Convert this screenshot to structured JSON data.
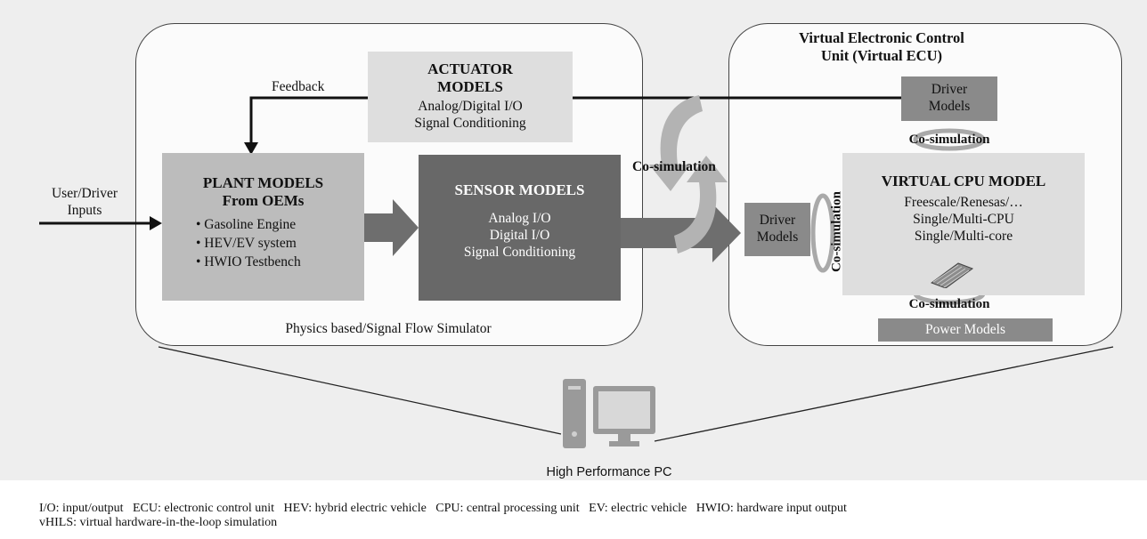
{
  "left_group": {
    "caption": "Physics based/Signal Flow Simulator",
    "actuator": {
      "title_line1": "ACTUATOR",
      "title_line2": "MODELS",
      "line1": "Analog/Digital I/O",
      "line2": "Signal Conditioning"
    },
    "plant": {
      "title_line1": "PLANT MODELS",
      "title_line2": "From OEMs",
      "items": [
        "• Gasoline Engine",
        "• HEV/EV system",
        "• HWIO Testbench"
      ]
    },
    "sensor": {
      "title": "SENSOR MODELS",
      "line1": "Analog I/O",
      "line2": "Digital I/O",
      "line3": "Signal Conditioning"
    },
    "feedback_label": "Feedback"
  },
  "inputs_label_line1": "User/Driver",
  "inputs_label_line2": "Inputs",
  "cosim_center": "Co-simulation",
  "right_group": {
    "title_line1": "Virtual Electronic Control",
    "title_line2": "Unit (Virtual ECU)",
    "driver_top_line1": "Driver",
    "driver_top_line2": "Models",
    "cosim_top": "Co-simulation",
    "driver_left_line1": "Driver",
    "driver_left_line2": "Models",
    "cosim_vertical": "Co-simulation",
    "cpu": {
      "title": "VIRTUAL CPU MODEL",
      "line1": "Freescale/Renesas/…",
      "line2": "Single/Multi-CPU",
      "line3": "Single/Multi-core"
    },
    "cosim_bottom": "Co-simulation",
    "power": "Power Models"
  },
  "pc_label": "High Performance PC",
  "legend_line1": "I/O: input/output   ECU: electronic control unit   HEV: hybrid electric vehicle   CPU: central processing unit   EV: electric vehicle   HWIO: hardware input output",
  "legend_line2": "vHILS: virtual hardware-in-the-loop simulation",
  "colors": {
    "panel": "#eeeeee",
    "light_box": "#dedede",
    "plant": "#bcbcbc",
    "sensor": "#686868",
    "driver": "#8a8a8a",
    "arrow": "#6e6e6e",
    "cosim_arrow": "#b3b3b3"
  }
}
